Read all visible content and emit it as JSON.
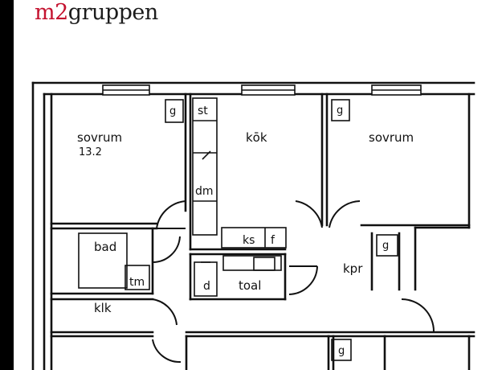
{
  "brand": {
    "prefix": "m2",
    "suffix": "gruppen",
    "prefix_color": "#c4122f"
  },
  "plan": {
    "rooms": {
      "sovrum_left": "sovrum",
      "sovrum_left_area": "13.2",
      "kok": "kōk",
      "sovrum_right": "sovrum",
      "bad": "bad",
      "kpr": "kpr",
      "toal": "toal",
      "klk": "klk"
    },
    "fixtures": {
      "g1": "g",
      "st": "st",
      "g2": "g",
      "dm": "dm",
      "ks": "ks",
      "f": "f",
      "g3": "g",
      "tm": "tm",
      "d": "d",
      "g4": "g"
    }
  },
  "colors": {
    "line": "#111111",
    "background": "#ffffff",
    "band": "#000000"
  }
}
